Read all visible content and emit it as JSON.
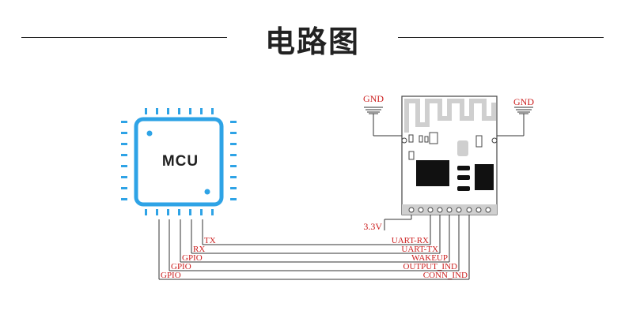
{
  "title": "电路图",
  "mcu": {
    "label": "MCU",
    "pins": [
      "TX",
      "RX",
      "GPIO",
      "GPIO",
      "GPIO"
    ]
  },
  "module": {
    "gnd_left": "GND",
    "gnd_right": "GND",
    "power": "3.3V",
    "pins": [
      "UART-RX",
      "UART-TX",
      "WAKEUP",
      "OUTPUT_IND",
      "CONN_IND"
    ]
  },
  "colors": {
    "chip_blue": "#2ea3e6",
    "label_red": "#cc1f1f",
    "line": "#333333"
  }
}
